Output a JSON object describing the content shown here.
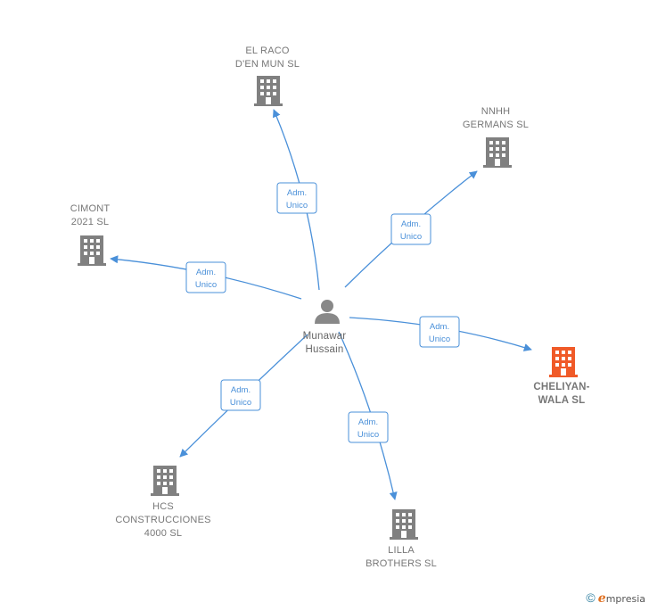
{
  "center": {
    "name": "Munawar\nHussain",
    "icon": "person-icon",
    "color": "#888888"
  },
  "nodes": [
    {
      "id": "el-raco",
      "name": "EL RACO\nD'EN MUN  SL",
      "icon": "building-icon",
      "color": "#808080",
      "edge_label_1": "Adm.",
      "edge_label_2": "Unico"
    },
    {
      "id": "nnhh",
      "name": "NNHH\nGERMANS  SL",
      "icon": "building-icon",
      "color": "#808080",
      "edge_label_1": "Adm.",
      "edge_label_2": "Unico"
    },
    {
      "id": "cimont",
      "name": "CIMONT\n2021  SL",
      "icon": "building-icon",
      "color": "#808080",
      "edge_label_1": "Adm.",
      "edge_label_2": "Unico"
    },
    {
      "id": "cheliyan",
      "name": "CHELIYAN-\nWALA  SL",
      "icon": "building-icon",
      "color": "#f05a28",
      "edge_label_1": "Adm.",
      "edge_label_2": "Unico",
      "highlight": true
    },
    {
      "id": "hcs",
      "name": "HCS\nCONSTRUCCIONES\n4000  SL",
      "icon": "building-icon",
      "color": "#808080",
      "edge_label_1": "Adm.",
      "edge_label_2": "Unico"
    },
    {
      "id": "lilla",
      "name": "LILLA\nBROTHERS  SL",
      "icon": "building-icon",
      "color": "#808080",
      "edge_label_1": "Adm.",
      "edge_label_2": "Unico"
    }
  ],
  "colors": {
    "edge": "#4a90d9",
    "node_text": "#777777"
  },
  "footer": {
    "copyright": "©",
    "brand_initial": "e",
    "brand_rest": "mpresia"
  }
}
